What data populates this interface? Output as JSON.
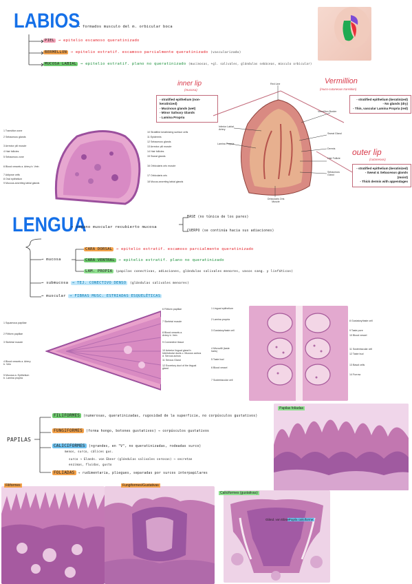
{
  "labios": {
    "title": "LABIOS",
    "subtitle": "→ formados musculo del m. orbicular boca",
    "lines": [
      {
        "tag": "PIEL",
        "tag_color": "#f5a3b8",
        "text": "→ epitelio escamoso queratinizado",
        "color": "#e4222a"
      },
      {
        "tag": "BERMELLON",
        "tag_color": "#f4a24a",
        "text": "→ epitelio estratif. escamoso parcialmente queratinizado",
        "note": "(vascularizado)",
        "color": "#e4222a"
      },
      {
        "tag": "MUCOSA LABIAL",
        "tag_color": "#6ecb6e",
        "text": "→ epitelio estratif. plano no queratinizado",
        "note": "(mucinosas, +gl. salivales, glándulas sebáceas, músculo orbicular)",
        "color": "#1a8f3a"
      }
    ]
  },
  "lip_diagram": {
    "inner_lip": {
      "title": "inner lip",
      "sub": "(mucosa)",
      "items": [
        "- stratified epithelium (non-keratinized)",
        "- Mucinous glands (wet)",
        "- Minor Salivary Glands",
        "- Lamina Propria"
      ]
    },
    "vermillion": {
      "title": "Vermillion",
      "sub": "(muco-cutaneous transition)",
      "items": [
        "- stratified epithelium (keratinized)",
        "- No glands (dry)",
        "- Thin, vascular Lamina Propria (red)"
      ]
    },
    "outer_lip": {
      "title": "outer lip",
      "sub": "(cutaneous)",
      "items": [
        "- stratified epithelium (keratinized)",
        "- Sweat & Sebaceous glands (moist)",
        "- Thick dermis with appendages"
      ]
    },
    "labels": [
      "Red Line",
      "Inferior Labial Artery",
      "Lamina Propria",
      "Vermillion Border",
      "Sweat Gland",
      "Dermis",
      "Hair Follicle",
      "Sebaceous Gland",
      "Orbicularis Oris Muscle"
    ]
  },
  "lengua": {
    "title": "LENGUA",
    "lead": "→ órgano muscular recubierto mucosa",
    "branches": [
      "BASE (no túnica de los pares)",
      "CUERPO (se continúa hacia sus adiaciones)"
    ],
    "mucosa_label": "→ mucosa",
    "mucosa_items": [
      {
        "tag": "CARA DORSAL",
        "tag_color": "#f4a24a",
        "text": "→ epitelio estratif. escamoso parcialmente queratinizado",
        "color": "#e4222a"
      },
      {
        "tag": "CARA VENTRAL",
        "tag_color": "#6ecb6e",
        "text": "→ epitelio estratif. plano no queratinizado",
        "color": "#1a8f3a"
      },
      {
        "tag": "LAM. PROPIA",
        "tag_color": "#8fe08f",
        "text": "(papilas conectivas, adiaciones, glándulas salivales menores, vasos sang. y linfáticos)",
        "color": "#333"
      }
    ],
    "submucosa": {
      "label": "→ submucosa",
      "text": "→ TEJ. CONECTIVO DENSO",
      "note": "(glándulas salivales menores)"
    },
    "muscular": {
      "label": "→ muscular",
      "text": "→ FIBRAS MUSC. ESTRIADAS ESQUELÉTICAS"
    }
  },
  "papilas": {
    "title": "PAPILAS",
    "items": [
      {
        "tag": "FILIFORMES",
        "tag_color": "#6ecb6e",
        "text": "(numerosas, queratinizadas, rugosidad de la superficie, no corpúsculos gustativos)"
      },
      {
        "tag": "FUNGIFORMES",
        "tag_color": "#f4a24a",
        "text": "(forma hongo, botones gustativos)",
        "extra": "→ corpúsculos gustativos"
      },
      {
        "tag": "CALICIFORMES",
        "tag_color": "#6fc2ef",
        "text": "(+grandes, en \"V\", no queratinizadas, rodeadas surco)",
        "extra2": "menos, surco, cálices gus.",
        "extra3": "surco → Glands. von Ebner (glándulas salivales serosas) → secretan enzimas, fluidas, gusto"
      },
      {
        "tag": "FOLIADAS",
        "tag_color": "#f4a24a",
        "text": "→ rudimentaria, pliegues, separadas por surcos interpapilares"
      }
    ]
  },
  "image_labels": {
    "lateral_labels_left": [
      "1 Squamous papillae",
      "2 Filiform papillae",
      "3 Skeletal muscle",
      "4 Blood vessels a. Artery b. Vein",
      "5 Mucosa a. Epithelium b. Lamina propria"
    ],
    "lateral_labels_right": [
      "6 Filiform papillae",
      "7 Skeletal muscle",
      "8 Blood vessels a. Artery b. Vein",
      "9 Connective tissue",
      "10 Anterior lingual gland b. Interlobular ducts c. Mucous acinus d. Serous acinus",
      "11 Serous Gland",
      "12 Excretory duct of the lingual gland"
    ],
    "taste_left": [
      "1 Lingual epithelium",
      "2 Lamina propria",
      "3 Gustatory/taste cell",
      "4 Microvilli (taste hairs)",
      "5 Taste bud",
      "6 Blood vessel",
      "7 Sustentacular cell"
    ],
    "taste_right": [
      "8 Gustatory/taste cell",
      "9 Taste pore",
      "10 Blood vessel",
      "11 Sustentacular cell",
      "12 Taste bud",
      "13 Basal cells",
      "14 Furrow"
    ],
    "lip_labels_left": [
      "1 Transition zone",
      "2 Sebaceous glands",
      "3 Arrector pili muscle",
      "4 Hair follicles",
      "5 Sebaceous zone",
      "6 Blood vessels a. Artery b. Vein",
      "7 Adipose cells",
      "8 Oral epithelium",
      "9 Mucous-secreting labial glands"
    ],
    "lip_labels_right": [
      "10 Stratified keratinizing surface cells",
      "11 Epidermis",
      "12 Sebaceous glands",
      "13 Arrector pili muscle",
      "14 Hair follicles",
      "15 Sweat glands",
      "16 Orbicularis oris muscle",
      "17 Orbicularis oris",
      "18 Mucus-secreting labial glands"
    ],
    "caption_foliadas": "Papilas foliadas",
    "caption_filiformes": "Filiformes",
    "caption_fungiformes": "Fungiformes/Gustativas",
    "caption_caliciformes": "Caliciformes (gustativas)",
    "caption_ebner": "Glánd. von Ebner",
    "caption_surco": "Papila caliciforme"
  },
  "colors": {
    "title_blue": "#1570e8",
    "red_text": "#e4222a",
    "green_text": "#1a8f3a",
    "histo_pink": "#d98bc2",
    "histo_purple": "#8b4fa0",
    "box_border": "#c26a7a"
  }
}
